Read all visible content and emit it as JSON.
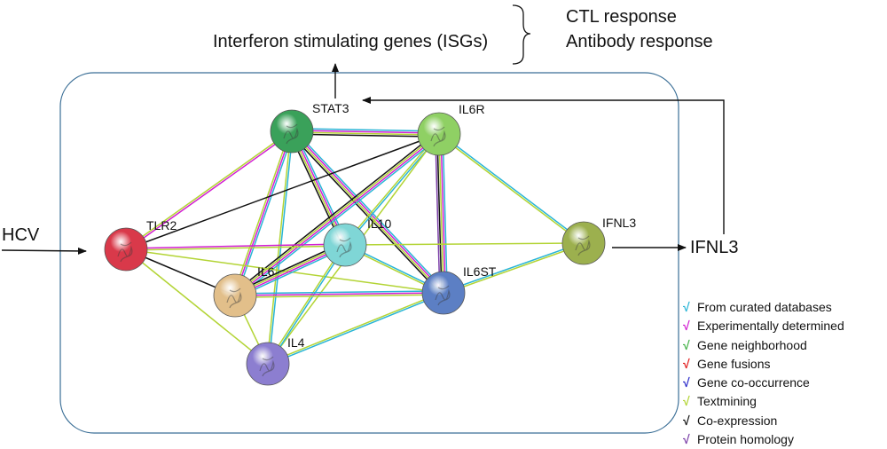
{
  "header": {
    "isg_label": "Interferon stimulating genes  (ISGs)",
    "responses": [
      "CTL response",
      "Antibody response"
    ]
  },
  "inputs": {
    "hcv": "HCV"
  },
  "outputs": {
    "ifnl3": "IFNL3"
  },
  "network": {
    "nodes": [
      {
        "id": "STAT3",
        "label": "STAT3",
        "color": "#3aa15a"
      },
      {
        "id": "IL6R",
        "label": "IL6R",
        "color": "#8fd064"
      },
      {
        "id": "TLR2",
        "label": "TLR2",
        "color": "#d9394a"
      },
      {
        "id": "IL10",
        "label": "IL10",
        "color": "#7fd6d6"
      },
      {
        "id": "IFNL3",
        "label": "IFNL3",
        "color": "#9cb04e"
      },
      {
        "id": "IL6",
        "label": "IL6",
        "color": "#e2bf8a"
      },
      {
        "id": "IL6ST",
        "label": "IL6ST",
        "color": "#5c7fc4"
      },
      {
        "id": "IL4",
        "label": "IL4",
        "color": "#8c7ed0"
      }
    ],
    "edges": [
      {
        "source": "STAT3",
        "target": "IL6R",
        "evidence": [
          "db",
          "exp",
          "text",
          "coexp"
        ]
      },
      {
        "source": "STAT3",
        "target": "TLR2",
        "evidence": [
          "exp",
          "text"
        ]
      },
      {
        "source": "STAT3",
        "target": "IL10",
        "evidence": [
          "db",
          "exp",
          "text",
          "coexp"
        ]
      },
      {
        "source": "STAT3",
        "target": "IL6",
        "evidence": [
          "db",
          "exp",
          "text"
        ]
      },
      {
        "source": "STAT3",
        "target": "IL6ST",
        "evidence": [
          "db",
          "exp",
          "text",
          "coexp"
        ]
      },
      {
        "source": "STAT3",
        "target": "IL4",
        "evidence": [
          "db",
          "text"
        ]
      },
      {
        "source": "IL6R",
        "target": "TLR2",
        "evidence": [
          "coexp"
        ]
      },
      {
        "source": "IL6R",
        "target": "IL10",
        "evidence": [
          "db",
          "text"
        ]
      },
      {
        "source": "IL6R",
        "target": "IL6",
        "evidence": [
          "db",
          "exp",
          "text",
          "coexp"
        ]
      },
      {
        "source": "IL6R",
        "target": "IL6ST",
        "evidence": [
          "db",
          "exp",
          "text",
          "coexp",
          "homology"
        ]
      },
      {
        "source": "IL6R",
        "target": "IFNL3",
        "evidence": [
          "db",
          "text"
        ]
      },
      {
        "source": "IL6R",
        "target": "IL4",
        "evidence": [
          "text"
        ]
      },
      {
        "source": "TLR2",
        "target": "IL10",
        "evidence": [
          "exp",
          "text"
        ]
      },
      {
        "source": "TLR2",
        "target": "IL6",
        "evidence": [
          "coexp"
        ]
      },
      {
        "source": "TLR2",
        "target": "IL6ST",
        "evidence": [
          "text"
        ]
      },
      {
        "source": "TLR2",
        "target": "IL4",
        "evidence": [
          "text"
        ]
      },
      {
        "source": "IL10",
        "target": "IFNL3",
        "evidence": [
          "text"
        ]
      },
      {
        "source": "IL10",
        "target": "IL6",
        "evidence": [
          "db",
          "exp",
          "text",
          "coexp"
        ]
      },
      {
        "source": "IL10",
        "target": "IL6ST",
        "evidence": [
          "db",
          "text"
        ]
      },
      {
        "source": "IL10",
        "target": "IL4",
        "evidence": [
          "db",
          "text"
        ]
      },
      {
        "source": "IL6",
        "target": "IL6ST",
        "evidence": [
          "db",
          "exp",
          "text"
        ]
      },
      {
        "source": "IL6",
        "target": "IL4",
        "evidence": [
          "text"
        ]
      },
      {
        "source": "IL6ST",
        "target": "IFNL3",
        "evidence": [
          "db",
          "text"
        ]
      },
      {
        "source": "IL6ST",
        "target": "IL4",
        "evidence": [
          "db",
          "text"
        ]
      }
    ]
  },
  "legend": [
    {
      "key": "db",
      "tick": "√",
      "text": "From curated databases",
      "color": "#29b5d6"
    },
    {
      "key": "exp",
      "tick": "√",
      "text": "Experimentally determined",
      "color": "#d21fd2"
    },
    {
      "key": "neigh",
      "tick": "√",
      "text": "Gene neighborhood",
      "color": "#44b348"
    },
    {
      "key": "fusion",
      "tick": "√",
      "text": "Gene fusions",
      "color": "#e21c1c"
    },
    {
      "key": "cooc",
      "tick": "√",
      "text": "Gene co-occurrence",
      "color": "#2a2ac9"
    },
    {
      "key": "text",
      "tick": "√",
      "text": "Textmining",
      "color": "#b3d435"
    },
    {
      "key": "coexp",
      "tick": "√",
      "text": "Co-expression",
      "color": "#111111"
    },
    {
      "key": "homology",
      "tick": "√",
      "text": "Protein homology",
      "color": "#7b3fa8"
    }
  ]
}
